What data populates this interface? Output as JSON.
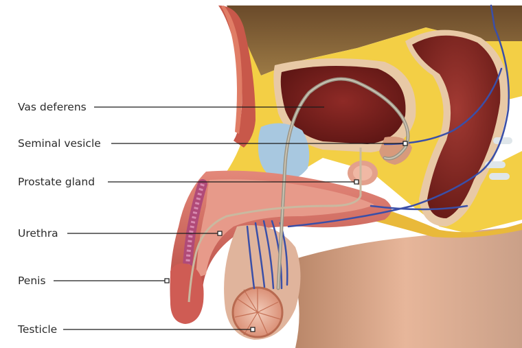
{
  "labels": {
    "vas_deferens": "Vas deferens",
    "seminal_vesicle": "Seminal vesicle",
    "prostate_gland": "Prostate gland",
    "urethra": "Urethra",
    "penis": "Penis",
    "testicle": "Testicle"
  },
  "colors": {
    "fat": "#f3cf45",
    "muscle": "#c8584a",
    "organ_dark": "#8a2a24",
    "skin": "#d9a489",
    "bladder": "#a8c8e0",
    "vein": "#3a4fa8",
    "leader_line": "#1a1a1a"
  }
}
